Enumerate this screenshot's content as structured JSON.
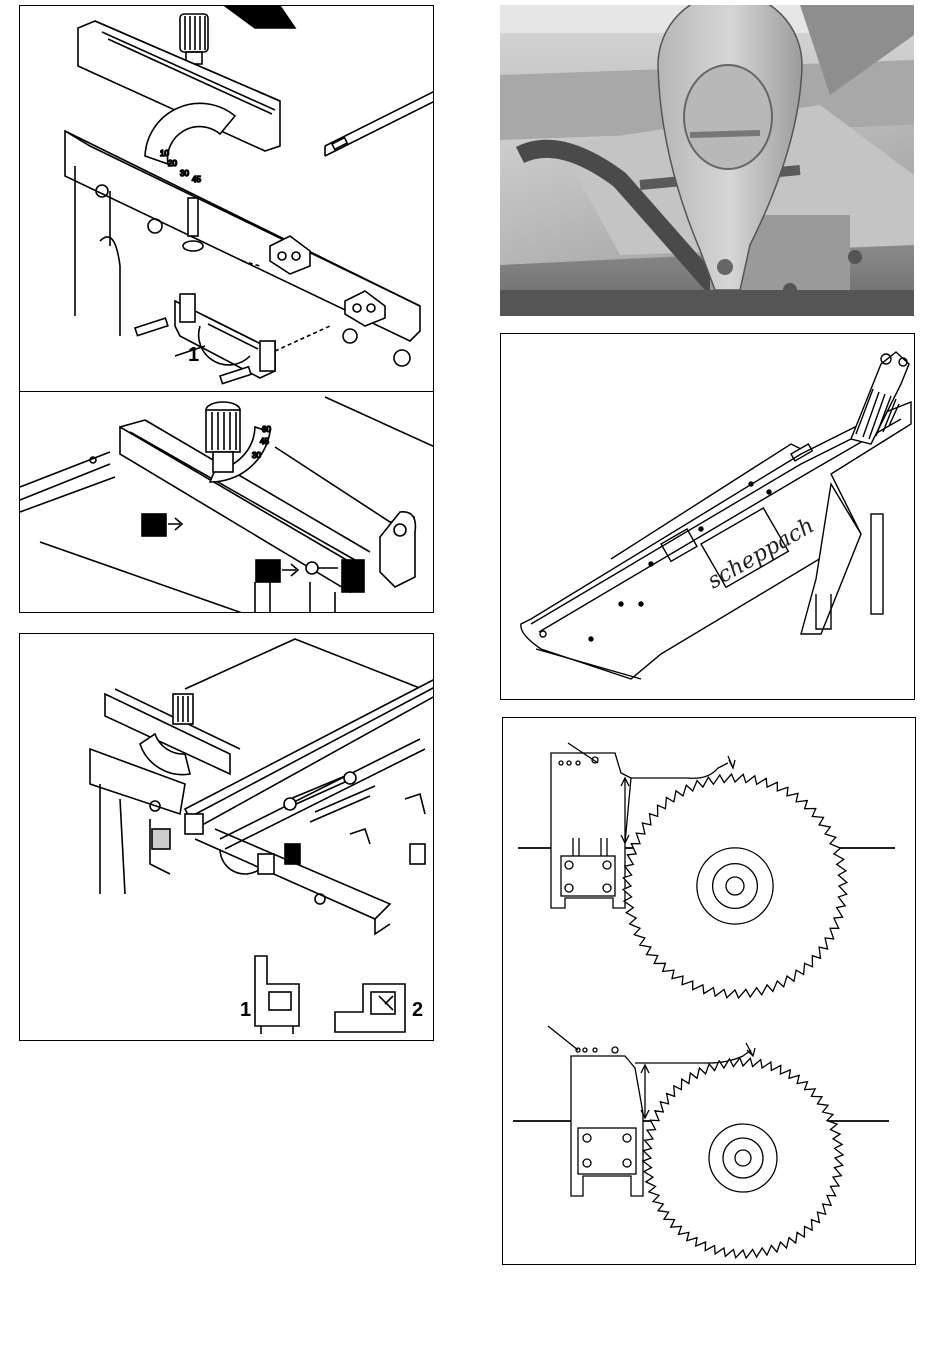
{
  "figures": {
    "fig1": {
      "callout": "1"
    },
    "fig2": {
      "markers": [
        "",
        ""
      ]
    },
    "fig3": {
      "profiles": [
        "1",
        "2"
      ]
    },
    "fig4": {
      "photo": "riving knife photo"
    },
    "fig5": {
      "brand": "scheppach"
    },
    "fig6": {
      "setting": "upper"
    },
    "fig7": {
      "setting": "lower"
    }
  }
}
